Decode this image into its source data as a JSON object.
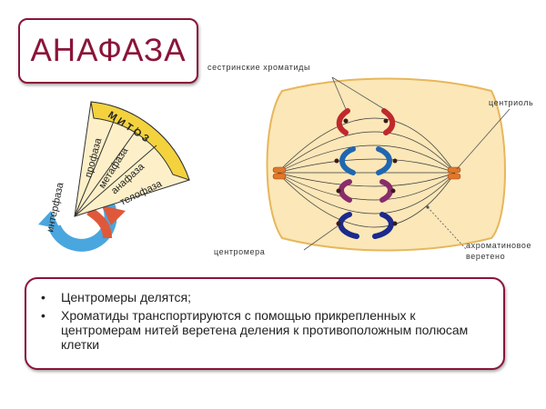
{
  "title": "АНАФАЗА",
  "cycle": {
    "mitosis_label": "М И Т О З",
    "interphase_label": "интерфаза",
    "phases": [
      "профаза",
      "метафаза",
      "анафаза",
      "телофаза"
    ],
    "highlight_phase_index": 2
  },
  "cell": {
    "labels": {
      "sister_chromatids": "сестринские хроматиды",
      "centriole": "центриоль",
      "centromere": "центромера",
      "spindle_line1": "ахроматиновое",
      "spindle_line2": "веретено"
    }
  },
  "notes": [
    "Центромеры делятся;",
    "Хроматиды транспортируются с помощью прикрепленных к центромерам нитей веретена деления к противоположным полюсам клетки"
  ],
  "colors": {
    "accent": "#8a1538",
    "cell_fill": "#fbe7b8",
    "chromatid_red": "#c0282d",
    "chromatid_blue": "#1f67b1",
    "chromatid_purple": "#8a2c6b",
    "chromatid_navy": "#1c2a8c",
    "sector_fill": "#fdf0c8",
    "highlight_text": "#e05a1c",
    "interphase_blue": "#4aa6de",
    "arrow_orange": "#e0583a"
  }
}
